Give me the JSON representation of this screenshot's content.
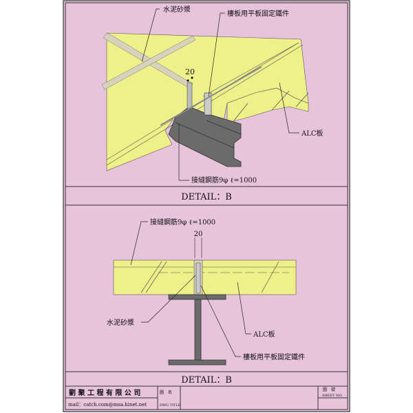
{
  "top_detail": {
    "labels": {
      "mortar": "水泥砂漿",
      "fixing_plate": "樓板用平板固定鐵件",
      "alc_panel": "ALC板",
      "rebar": "接縫鋼筋9φ  ℓ=1000",
      "dimension": "20"
    },
    "caption": "DETAIL：B"
  },
  "bottom_detail": {
    "labels": {
      "rebar": "接縫鋼筋9φ  ℓ=1000",
      "dimension": "20",
      "mortar": "水泥砂漿",
      "alc_panel": "ALC板",
      "fixing_plate": "樓板用平板固定鐵件"
    },
    "caption": "DETAIL：B"
  },
  "title_block": {
    "company": "劉 聚 工 程 有 限 公 司",
    "email": "mail：catch.com@msa.hinet.net",
    "drawing_title_label_zh": "圖　名",
    "drawing_title_label_en": "DWG TITLE",
    "sheet_no_label_zh": "圖　號",
    "sheet_no_label_en": "SHEET NO."
  },
  "colors": {
    "paper": "#e8c3dc",
    "alc_panel": "#eef08a",
    "steel": "#6b6b6b",
    "mortar": "#d6d2bc"
  }
}
